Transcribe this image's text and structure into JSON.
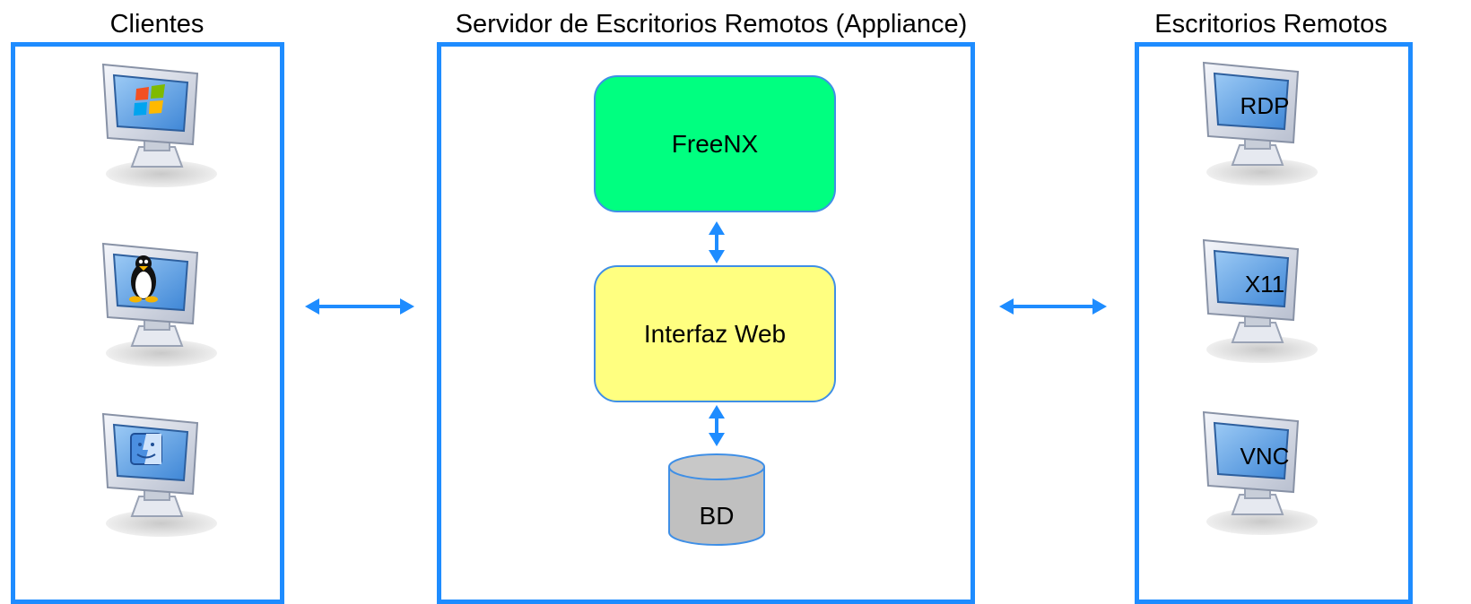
{
  "titles": {
    "clients": "Clientes",
    "server": "Servidor de Escritorios Remotos (Appliance)",
    "remote": "Escritorios Remotos"
  },
  "server": {
    "freenx": {
      "label": "FreeNX",
      "color": "#00ff80"
    },
    "web": {
      "label": "Interfaz Web",
      "color": "#ffff80"
    },
    "db": {
      "label": "BD",
      "color": "#c0c0c0"
    }
  },
  "clients": [
    {
      "icon": "windows-logo-icon"
    },
    {
      "icon": "linux-penguin-icon"
    },
    {
      "icon": "mac-finder-icon"
    }
  ],
  "remotes": [
    {
      "label": "RDP"
    },
    {
      "label": "X11"
    },
    {
      "label": "VNC"
    }
  ],
  "colors": {
    "panel_border": "#1e8cff",
    "arrow": "#1e8cff",
    "box_border": "#3f8fe6"
  }
}
